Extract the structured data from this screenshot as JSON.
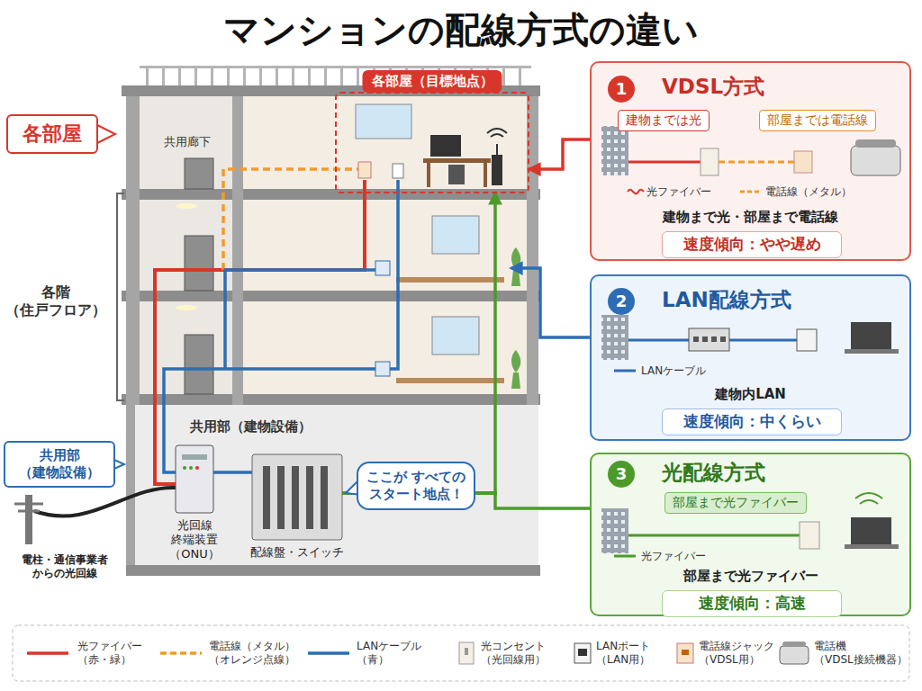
{
  "diagram": {
    "title": "マンションの配線方式の違い",
    "nodes": [
      {
        "text": [
          "各部屋"
        ]
      },
      {
        "text": [
          "共用部 （建物設備）"
        ]
      },
      {
        "text": [
          "各部屋（目標地点）"
        ]
      },
      {
        "text": [
          "ここが すべての スタート地点！"
        ]
      },
      {
        "text": [
          "VDSL方式",
          "建物まで光・部屋まで電話線"
        ]
      },
      {
        "text": [
          "1"
        ],
        "in": 4
      },
      {
        "text": [
          "建物までは光"
        ],
        "in": 4
      },
      {
        "text": [
          "部屋までは電話線"
        ],
        "in": 4
      },
      {
        "text": [
          "速度傾向：やや遅め"
        ],
        "in": 4
      },
      {
        "text": [
          "LAN配線方式",
          "建物内LAN"
        ]
      },
      {
        "text": [
          "2"
        ],
        "in": 9
      },
      {
        "text": [
          "速度傾向：中くらい"
        ],
        "in": 9
      },
      {
        "text": [
          "光配線方式",
          "部屋まで光ファイバー"
        ]
      },
      {
        "text": [
          "3"
        ],
        "in": 12
      },
      {
        "text": [
          "部屋まで光ファイバー"
        ],
        "in": 12
      },
      {
        "text": [
          "速度傾向：高速"
        ],
        "in": 12
      }
    ],
    "edges": [
      {
        "from": 4,
        "to": 2,
        "arrow": "to"
      },
      {
        "from": 12,
        "to": 2,
        "arrow": "to"
      }
    ],
    "labels": [
      "各階 （住戸フロア）",
      "共用廊下",
      "共用部（建物設備）",
      "光回線 終端装置 （ONU）",
      "配線盤・スイッチ",
      "電柱・通信事業者 からの光回線",
      "光ファイバー",
      "電話線（メタル）",
      "LANケーブル",
      "光ファイバー"
    ],
    "legend": [
      {
        "text": "光ファイバー （赤・緑）"
      },
      {
        "text": "電話線（メタル） （オレンジ点線）"
      },
      {
        "text": "LANケーブル （青）"
      },
      {
        "text": "光コンセント （光回線用）"
      },
      {
        "text": "LANポート （LAN用）"
      },
      {
        "text": "電話線ジャック （VDSL用）"
      },
      {
        "text": "電話機 （VDSL接続機器）"
      }
    ]
  }
}
